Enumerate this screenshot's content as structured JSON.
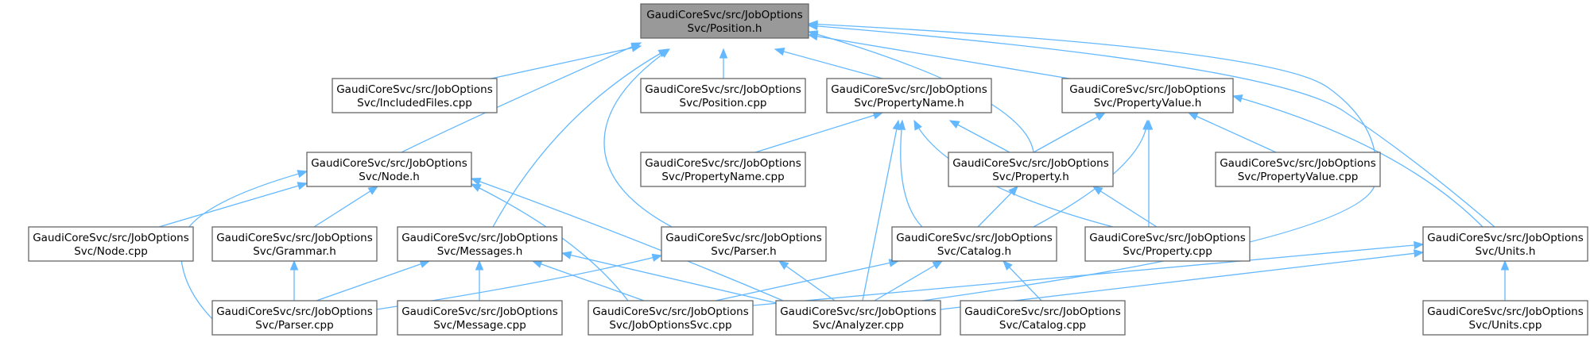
{
  "graph": {
    "edge_color": "#63b8ff",
    "root_fill": "#999999",
    "nodes": [
      {
        "id": "position_h",
        "line1": "GaudiCoreSvc/src/JobOptions",
        "line2": "Svc/Position.h",
        "root": true
      },
      {
        "id": "includedfiles_cpp",
        "line1": "GaudiCoreSvc/src/JobOptions",
        "line2": "Svc/IncludedFiles.cpp"
      },
      {
        "id": "position_cpp",
        "line1": "GaudiCoreSvc/src/JobOptions",
        "line2": "Svc/Position.cpp"
      },
      {
        "id": "propertyname_h",
        "line1": "GaudiCoreSvc/src/JobOptions",
        "line2": "Svc/PropertyName.h"
      },
      {
        "id": "propertyvalue_h",
        "line1": "GaudiCoreSvc/src/JobOptions",
        "line2": "Svc/PropertyValue.h"
      },
      {
        "id": "node_h",
        "line1": "GaudiCoreSvc/src/JobOptions",
        "line2": "Svc/Node.h"
      },
      {
        "id": "propertyname_cpp",
        "line1": "GaudiCoreSvc/src/JobOptions",
        "line2": "Svc/PropertyName.cpp"
      },
      {
        "id": "property_h",
        "line1": "GaudiCoreSvc/src/JobOptions",
        "line2": "Svc/Property.h"
      },
      {
        "id": "propertyvalue_cpp",
        "line1": "GaudiCoreSvc/src/JobOptions",
        "line2": "Svc/PropertyValue.cpp"
      },
      {
        "id": "node_cpp",
        "line1": "GaudiCoreSvc/src/JobOptions",
        "line2": "Svc/Node.cpp"
      },
      {
        "id": "grammar_h",
        "line1": "GaudiCoreSvc/src/JobOptions",
        "line2": "Svc/Grammar.h"
      },
      {
        "id": "messages_h",
        "line1": "GaudiCoreSvc/src/JobOptions",
        "line2": "Svc/Messages.h"
      },
      {
        "id": "parser_h",
        "line1": "GaudiCoreSvc/src/JobOptions",
        "line2": "Svc/Parser.h"
      },
      {
        "id": "catalog_h",
        "line1": "GaudiCoreSvc/src/JobOptions",
        "line2": "Svc/Catalog.h"
      },
      {
        "id": "property_cpp",
        "line1": "GaudiCoreSvc/src/JobOptions",
        "line2": "Svc/Property.cpp"
      },
      {
        "id": "units_h",
        "line1": "GaudiCoreSvc/src/JobOptions",
        "line2": "Svc/Units.h"
      },
      {
        "id": "parser_cpp",
        "line1": "GaudiCoreSvc/src/JobOptions",
        "line2": "Svc/Parser.cpp"
      },
      {
        "id": "message_cpp",
        "line1": "GaudiCoreSvc/src/JobOptions",
        "line2": "Svc/Message.cpp"
      },
      {
        "id": "joboptionssvc_cpp",
        "line1": "GaudiCoreSvc/src/JobOptions",
        "line2": "Svc/JobOptionsSvc.cpp"
      },
      {
        "id": "analyzer_cpp",
        "line1": "GaudiCoreSvc/src/JobOptions",
        "line2": "Svc/Analyzer.cpp"
      },
      {
        "id": "catalog_cpp",
        "line1": "GaudiCoreSvc/src/JobOptions",
        "line2": "Svc/Catalog.cpp"
      },
      {
        "id": "units_cpp",
        "line1": "GaudiCoreSvc/src/JobOptions",
        "line2": "Svc/Units.cpp"
      }
    ],
    "edges": [
      {
        "from": "includedfiles_cpp",
        "to": "position_h"
      },
      {
        "from": "position_cpp",
        "to": "position_h"
      },
      {
        "from": "propertyname_h",
        "to": "position_h"
      },
      {
        "from": "propertyvalue_h",
        "to": "position_h"
      },
      {
        "from": "node_h",
        "to": "position_h"
      },
      {
        "from": "messages_h",
        "to": "position_h"
      },
      {
        "from": "parser_h",
        "to": "position_h"
      },
      {
        "from": "property_h",
        "to": "position_h"
      },
      {
        "from": "units_h",
        "to": "position_h"
      },
      {
        "from": "analyzer_cpp",
        "to": "position_h"
      },
      {
        "from": "propertyname_cpp",
        "to": "propertyname_h"
      },
      {
        "from": "property_h",
        "to": "propertyname_h"
      },
      {
        "from": "catalog_h",
        "to": "propertyname_h"
      },
      {
        "from": "property_cpp",
        "to": "propertyname_h"
      },
      {
        "from": "analyzer_cpp",
        "to": "propertyname_h"
      },
      {
        "from": "property_h",
        "to": "propertyvalue_h"
      },
      {
        "from": "propertyvalue_cpp",
        "to": "propertyvalue_h"
      },
      {
        "from": "catalog_h",
        "to": "propertyvalue_h"
      },
      {
        "from": "property_cpp",
        "to": "propertyvalue_h"
      },
      {
        "from": "units_h",
        "to": "propertyvalue_h"
      },
      {
        "from": "node_cpp",
        "to": "node_h"
      },
      {
        "from": "grammar_h",
        "to": "node_h"
      },
      {
        "from": "parser_cpp",
        "to": "node_h"
      },
      {
        "from": "joboptionssvc_cpp",
        "to": "node_h"
      },
      {
        "from": "analyzer_cpp",
        "to": "node_h"
      },
      {
        "from": "catalog_h",
        "to": "property_h"
      },
      {
        "from": "property_cpp",
        "to": "property_h"
      },
      {
        "from": "parser_cpp",
        "to": "grammar_h"
      },
      {
        "from": "parser_cpp",
        "to": "messages_h"
      },
      {
        "from": "message_cpp",
        "to": "messages_h"
      },
      {
        "from": "joboptionssvc_cpp",
        "to": "messages_h"
      },
      {
        "from": "analyzer_cpp",
        "to": "messages_h"
      },
      {
        "from": "parser_cpp",
        "to": "parser_h"
      },
      {
        "from": "analyzer_cpp",
        "to": "parser_h"
      },
      {
        "from": "joboptionssvc_cpp",
        "to": "catalog_h"
      },
      {
        "from": "analyzer_cpp",
        "to": "catalog_h"
      },
      {
        "from": "catalog_cpp",
        "to": "catalog_h"
      },
      {
        "from": "joboptionssvc_cpp",
        "to": "units_h"
      },
      {
        "from": "analyzer_cpp",
        "to": "units_h"
      },
      {
        "from": "units_cpp",
        "to": "units_h"
      }
    ]
  }
}
